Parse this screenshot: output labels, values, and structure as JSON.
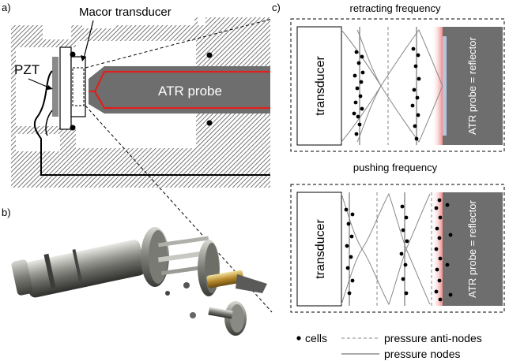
{
  "panels": {
    "a_label": "a)",
    "b_label": "b)",
    "c_label": "c)"
  },
  "panel_a": {
    "macor_label": "Macor transducer",
    "pzt_label": "PZT",
    "probe_label": "ATR probe"
  },
  "panel_c": {
    "top_title": "retracting frequency",
    "bottom_title": "pushing frequency",
    "transducer_label": "transducer",
    "reflector_label": "ATR probe = reflector"
  },
  "legend": {
    "cells": "cells",
    "anti_nodes": "pressure anti-nodes",
    "nodes": "pressure nodes"
  },
  "colors": {
    "probe_outline": "#e0201c",
    "probe_fill": "#6e6e6e",
    "hatch": "#555555",
    "reflector_pink": "#f4a4a4",
    "reflector_blue": "#b8c4dc"
  },
  "photo_description_icon": "probe-assembly-photo"
}
